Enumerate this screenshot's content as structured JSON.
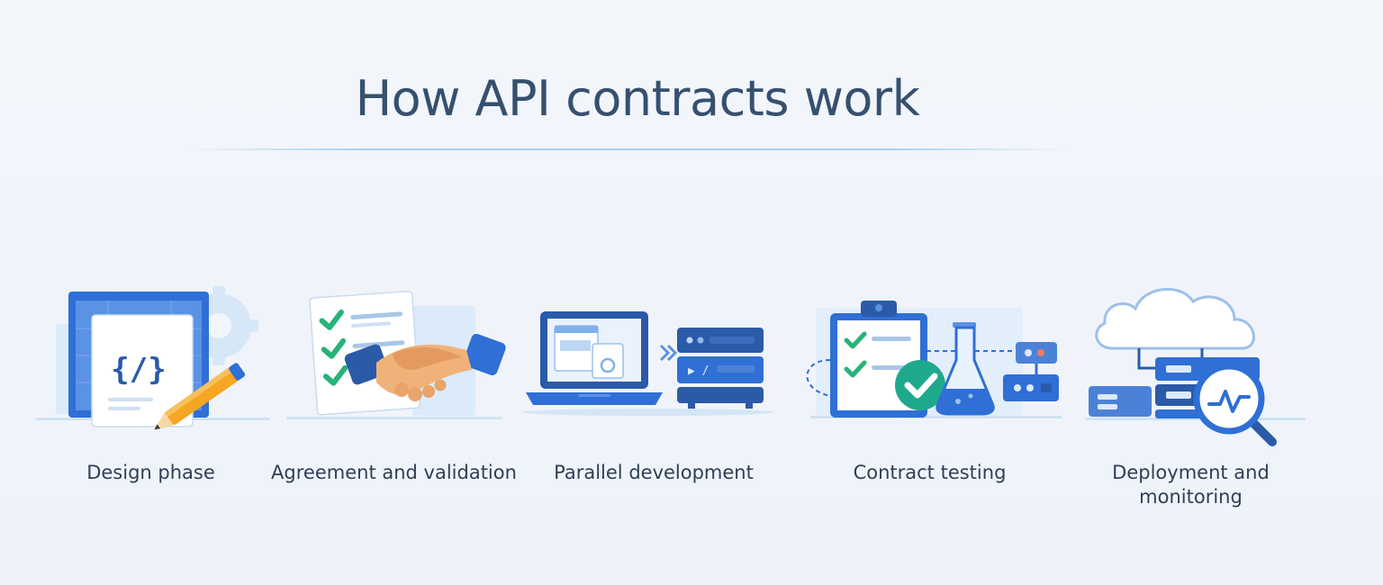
{
  "title": "How API contracts work",
  "steps": [
    {
      "label": "Design phase",
      "icon": "code-document-pencil-icon"
    },
    {
      "label": "Agreement and validation",
      "icon": "handshake-checklist-icon"
    },
    {
      "label": "Parallel development",
      "icon": "laptop-server-icon"
    },
    {
      "label": "Contract testing",
      "icon": "clipboard-flask-icon"
    },
    {
      "label": "Deployment and\nmonitoring",
      "icon": "cloud-server-magnifier-icon"
    }
  ],
  "design_phase": {
    "code_glyph": "{/}"
  },
  "parallel_development": {
    "code_glyph": "▶ /"
  },
  "colors": {
    "primary_blue": "#2f6fd6",
    "dark_blue": "#2b5aa8",
    "light_blue": "#dbeafb",
    "green": "#27b37a",
    "teal_check": "#1fa98c",
    "orange": "#f5a623",
    "skin": "#f1b27a",
    "title": "#36506f"
  }
}
